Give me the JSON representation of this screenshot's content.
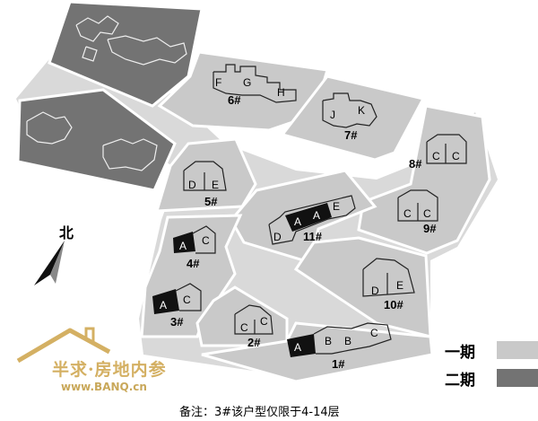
{
  "legend": {
    "phase1": {
      "label": "一期",
      "color": "#c9c9c9"
    },
    "phase2": {
      "label": "二期",
      "color": "#737373"
    }
  },
  "compass": {
    "label": "北",
    "icon": "north-arrow-icon"
  },
  "note": "备注：3#该户型仅限于4-14层",
  "watermark": {
    "brand": "半求·房地内参",
    "url": "www.BANQ.cn",
    "icon": "house-roof-icon"
  },
  "buildings": [
    {
      "number": "1#",
      "units": [
        "A",
        "B",
        "B",
        "C"
      ],
      "highlighted_unit": "A"
    },
    {
      "number": "2#",
      "units": [
        "C",
        "C"
      ]
    },
    {
      "number": "3#",
      "units": [
        "A",
        "C"
      ],
      "highlighted_unit": "A"
    },
    {
      "number": "4#",
      "units": [
        "A",
        "C"
      ],
      "highlighted_unit": "A"
    },
    {
      "number": "5#",
      "units": [
        "D",
        "E"
      ]
    },
    {
      "number": "6#",
      "units": [
        "F",
        "G",
        "H"
      ]
    },
    {
      "number": "7#",
      "units": [
        "J",
        "K"
      ]
    },
    {
      "number": "8#",
      "units": [
        "C",
        "C"
      ]
    },
    {
      "number": "9#",
      "units": [
        "C",
        "C"
      ]
    },
    {
      "number": "10#",
      "units": [
        "D",
        "E"
      ]
    },
    {
      "number": "11#",
      "units": [
        "D",
        "A",
        "A",
        "E"
      ],
      "highlighted_unit": "A"
    }
  ]
}
